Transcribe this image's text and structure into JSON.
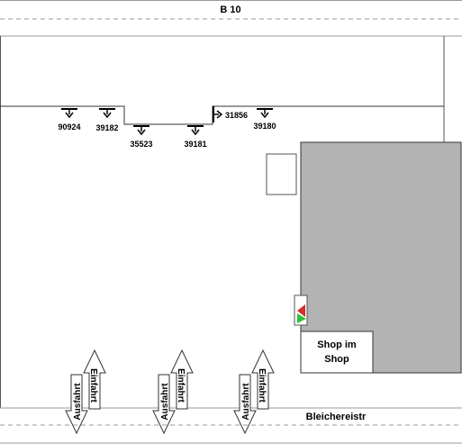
{
  "roads": {
    "top": "B 10",
    "bottom": "Bleichereistr"
  },
  "shop": {
    "line1": "Shop im",
    "line2": "Shop"
  },
  "pumps": [
    "90924",
    "39182",
    "35523",
    "39181",
    "31856",
    "39180"
  ],
  "driveways": {
    "exit_label": "Ausfahrt",
    "entry_label": "Einfahrt"
  },
  "colors": {
    "building": "#b3b3b3",
    "indicator_red": "#d0302a",
    "indicator_green": "#2fc03a"
  }
}
